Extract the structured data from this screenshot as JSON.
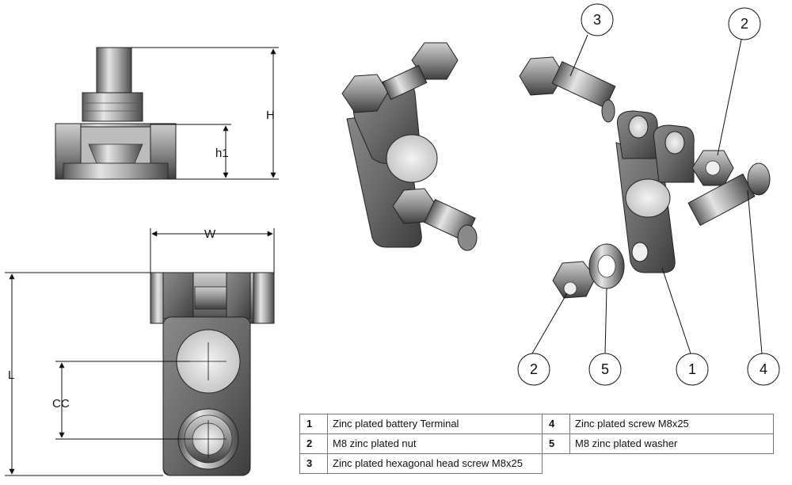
{
  "dimensions": {
    "H": "H",
    "h1": "h1",
    "W": "W",
    "L": "L",
    "CC": "CC"
  },
  "callouts": [
    "3",
    "2",
    "2",
    "5",
    "1",
    "4"
  ],
  "parts_table": [
    {
      "num": "1",
      "desc": "Zinc plated battery Terminal"
    },
    {
      "num": "4",
      "desc": "Zinc plated screw M8x25"
    },
    {
      "num": "2",
      "desc": "M8 zinc plated nut"
    },
    {
      "num": "5",
      "desc": "M8 zinc plated washer"
    },
    {
      "num": "3",
      "desc": "Zinc plated hexagonal head screw M8x25"
    }
  ],
  "colors": {
    "metal_light": "#d8d8d8",
    "metal_mid": "#9a9a9a",
    "metal_dark": "#4a4a4a",
    "line": "#111111"
  }
}
